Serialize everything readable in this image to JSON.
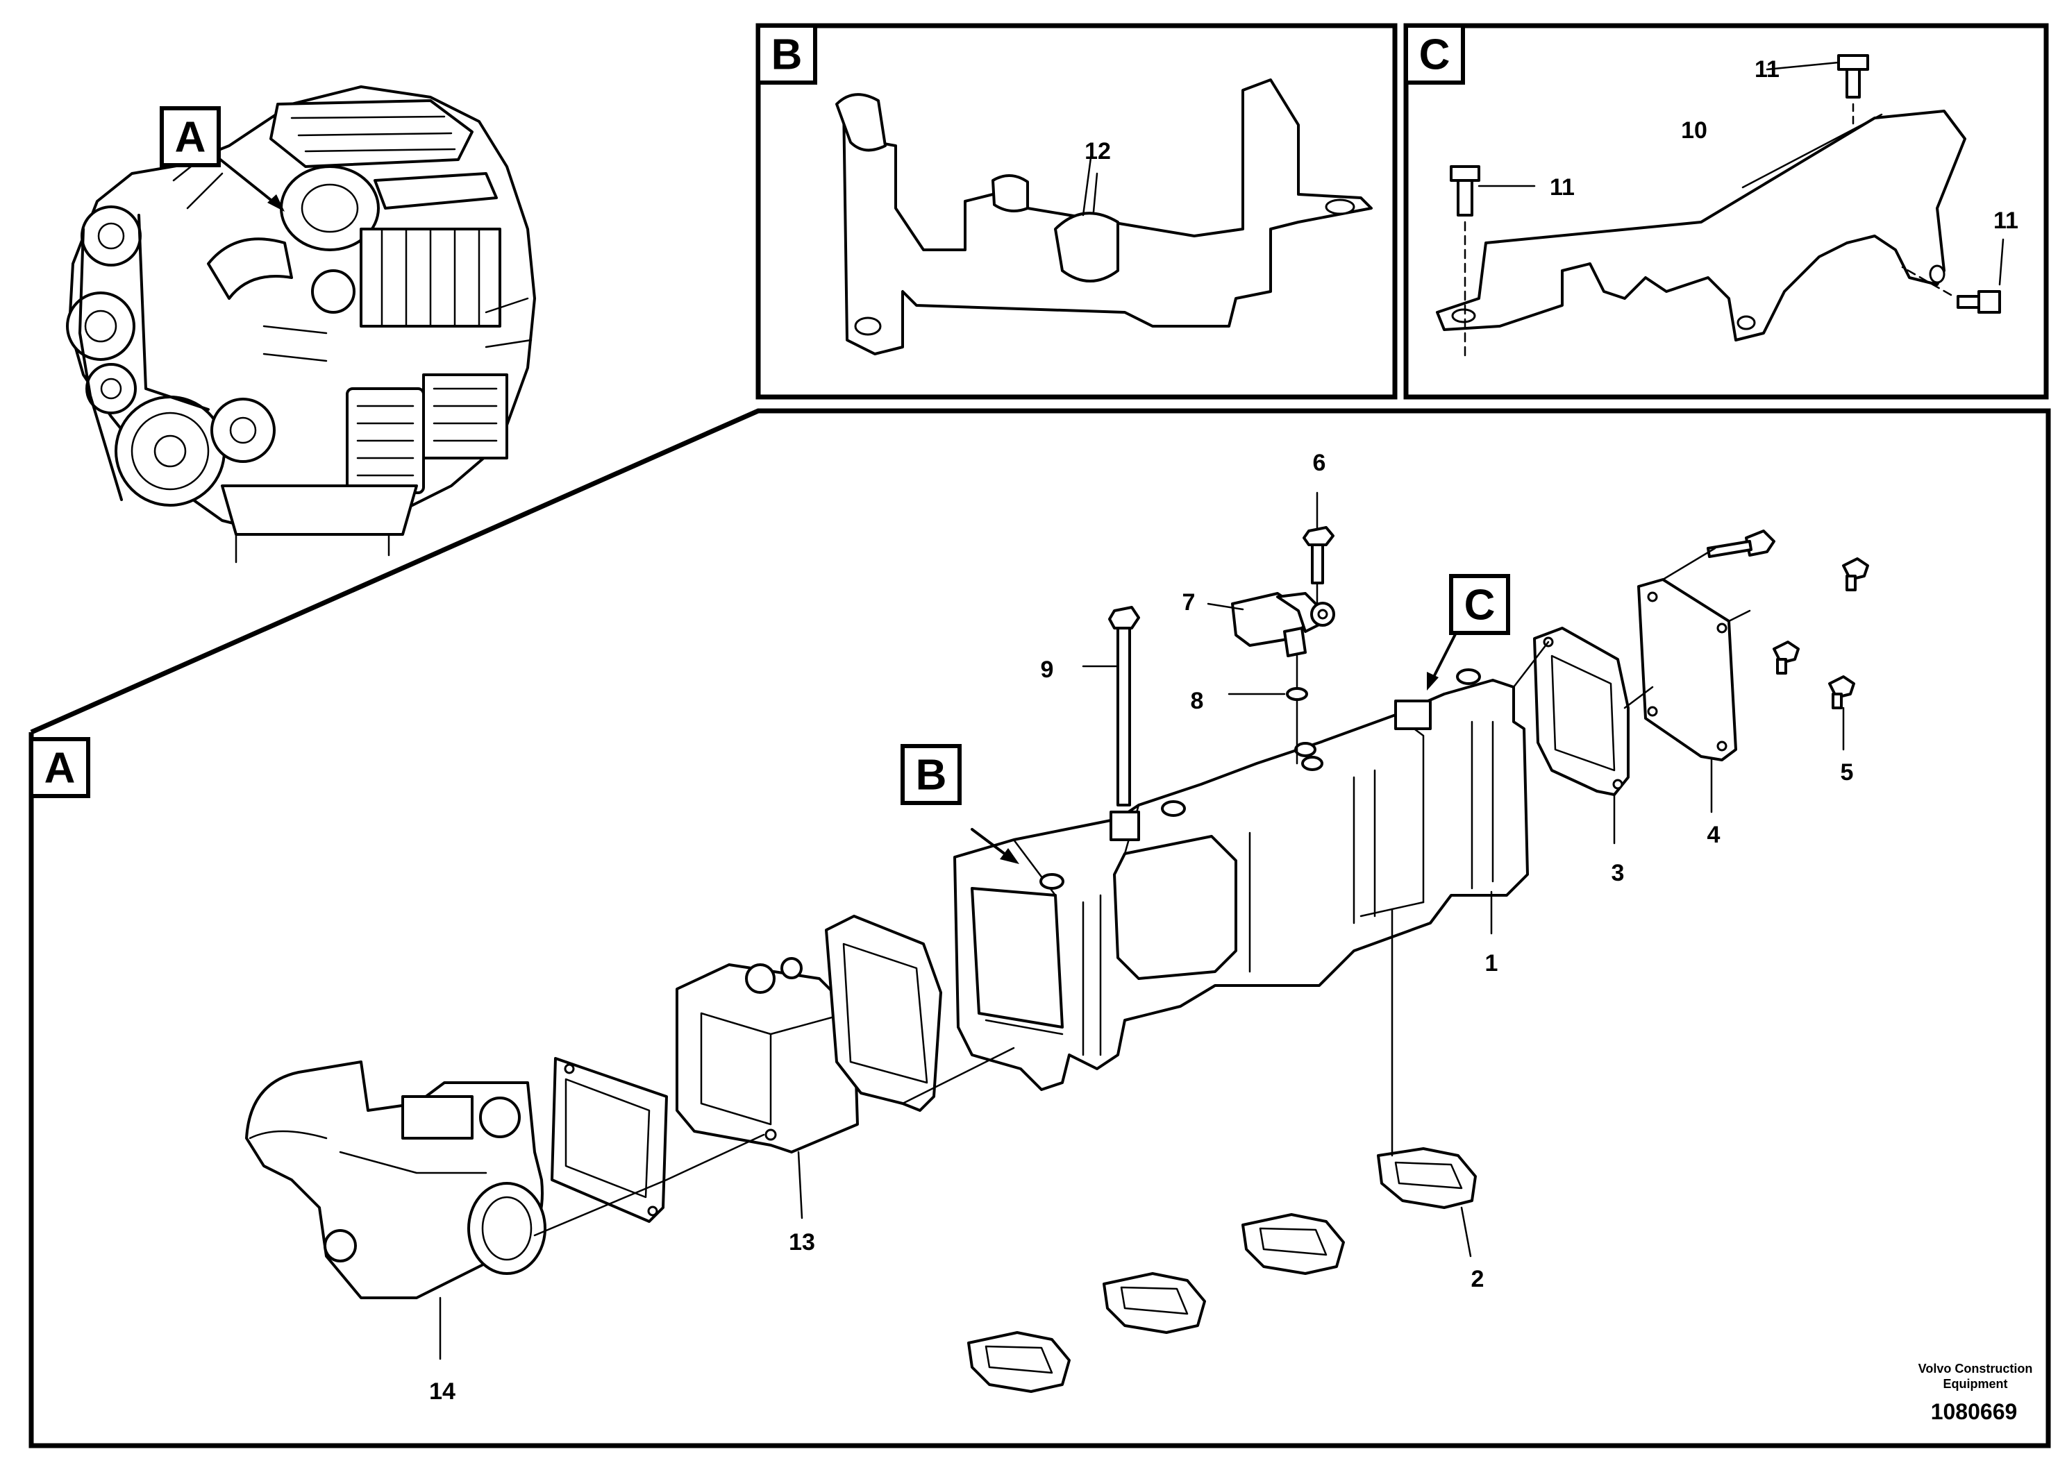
{
  "callouts": [
    {
      "id": "A-engine",
      "text": "A"
    },
    {
      "id": "B-detail",
      "text": "B"
    },
    {
      "id": "C-detail",
      "text": "C"
    },
    {
      "id": "A-main",
      "text": "A"
    },
    {
      "id": "B-main",
      "text": "B"
    },
    {
      "id": "C-main",
      "text": "C"
    }
  ],
  "parts": [
    {
      "id": "p1",
      "label": "1",
      "name": "egr-cooler-housing"
    },
    {
      "id": "p2",
      "label": "2",
      "name": "gasket"
    },
    {
      "id": "p3",
      "label": "3",
      "name": "gasket"
    },
    {
      "id": "p4",
      "label": "4",
      "name": "cover-plate"
    },
    {
      "id": "p5",
      "label": "5",
      "name": "flange-screw"
    },
    {
      "id": "p6",
      "label": "6",
      "name": "screw"
    },
    {
      "id": "p7",
      "label": "7",
      "name": "sensor"
    },
    {
      "id": "p8",
      "label": "8",
      "name": "o-ring"
    },
    {
      "id": "p9",
      "label": "9",
      "name": "long-bolt"
    },
    {
      "id": "p10",
      "label": "10",
      "name": "heat-shield"
    },
    {
      "id": "p11a",
      "label": "11",
      "name": "flange-screw"
    },
    {
      "id": "p11b",
      "label": "11",
      "name": "flange-screw"
    },
    {
      "id": "p11c",
      "label": "11",
      "name": "flange-screw"
    },
    {
      "id": "p12",
      "label": "12",
      "name": "bracket"
    },
    {
      "id": "p13",
      "label": "13",
      "name": "intermediate-housing"
    },
    {
      "id": "p14",
      "label": "14",
      "name": "inlet-elbow"
    }
  ],
  "footer": {
    "brand_line1": "Volvo Construction",
    "brand_line2": "Equipment",
    "doc_number": "1080669"
  }
}
